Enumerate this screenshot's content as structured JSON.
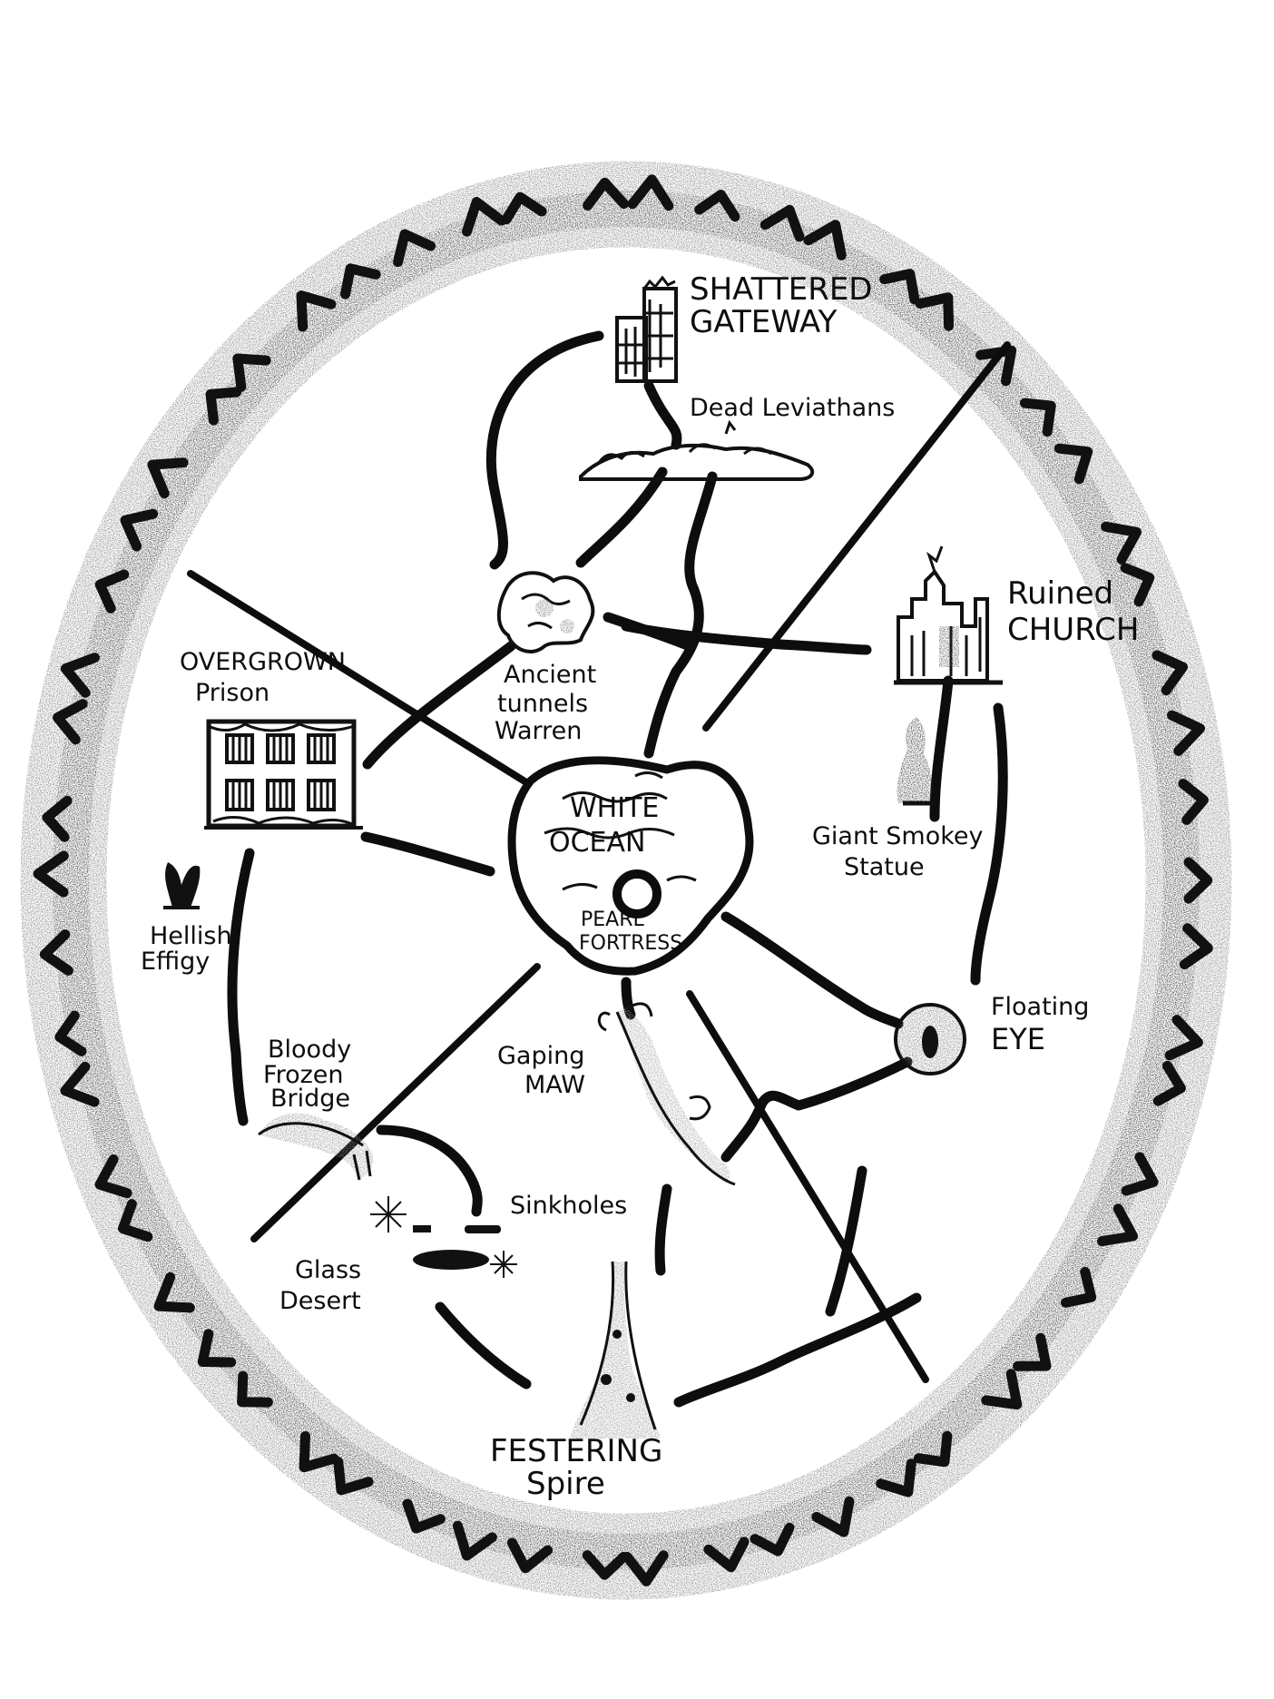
{
  "locations": [
    {
      "id": "shattered-gateway",
      "lines": [
        "SHATTERED",
        "GATEWAY"
      ],
      "icon": "ruined-tower-icon"
    },
    {
      "id": "dead-leviathans",
      "lines": [
        "Dead Leviathans"
      ],
      "icon": "leviathan-carcass-icon"
    },
    {
      "id": "ancient-tunnels",
      "lines": [
        "Ancient",
        "tunnels",
        "Warren"
      ],
      "icon": "tunnel-warren-icon"
    },
    {
      "id": "ruined-church",
      "lines": [
        "Ruined",
        "CHURCH"
      ],
      "icon": "ruined-church-icon"
    },
    {
      "id": "overgrown-prison",
      "lines": [
        "OVERGROWN",
        "Prison"
      ],
      "icon": "overgrown-prison-icon"
    },
    {
      "id": "white-ocean",
      "lines": [
        "WHITE",
        "OCEAN"
      ],
      "icon": "white-ocean-icon"
    },
    {
      "id": "pearl-fortress",
      "lines": [
        "PEARL",
        "FORTRESS"
      ],
      "icon": "pearl-ring-icon"
    },
    {
      "id": "giant-smokey-statue",
      "lines": [
        "Giant Smokey",
        "Statue"
      ],
      "icon": "smokey-statue-icon"
    },
    {
      "id": "hellish-effigy",
      "lines": [
        "Hellish",
        "Effigy"
      ],
      "icon": "effigy-icon"
    },
    {
      "id": "floating-eye",
      "lines": [
        "Floating",
        "EYE"
      ],
      "icon": "floating-eye-icon"
    },
    {
      "id": "bloody-frozen-bridge",
      "lines": [
        "Bloody",
        "Frozen",
        "Bridge"
      ],
      "icon": "frozen-bridge-icon"
    },
    {
      "id": "gaping-maw",
      "lines": [
        "Gaping",
        "MAW"
      ],
      "icon": "gaping-maw-icon"
    },
    {
      "id": "sinkholes",
      "lines": [
        "Sinkholes"
      ],
      "icon": "sinkhole-icon"
    },
    {
      "id": "glass-desert",
      "lines": [
        "Glass",
        "Desert"
      ],
      "icon": "glass-shard-icon"
    },
    {
      "id": "festering-spire",
      "lines": [
        "FESTERING",
        "Spire"
      ],
      "icon": "festering-spire-icon"
    }
  ],
  "colors": {
    "ink": "#0d0d0d",
    "paper": "#ffffff",
    "shading": "#8a8a8a"
  }
}
